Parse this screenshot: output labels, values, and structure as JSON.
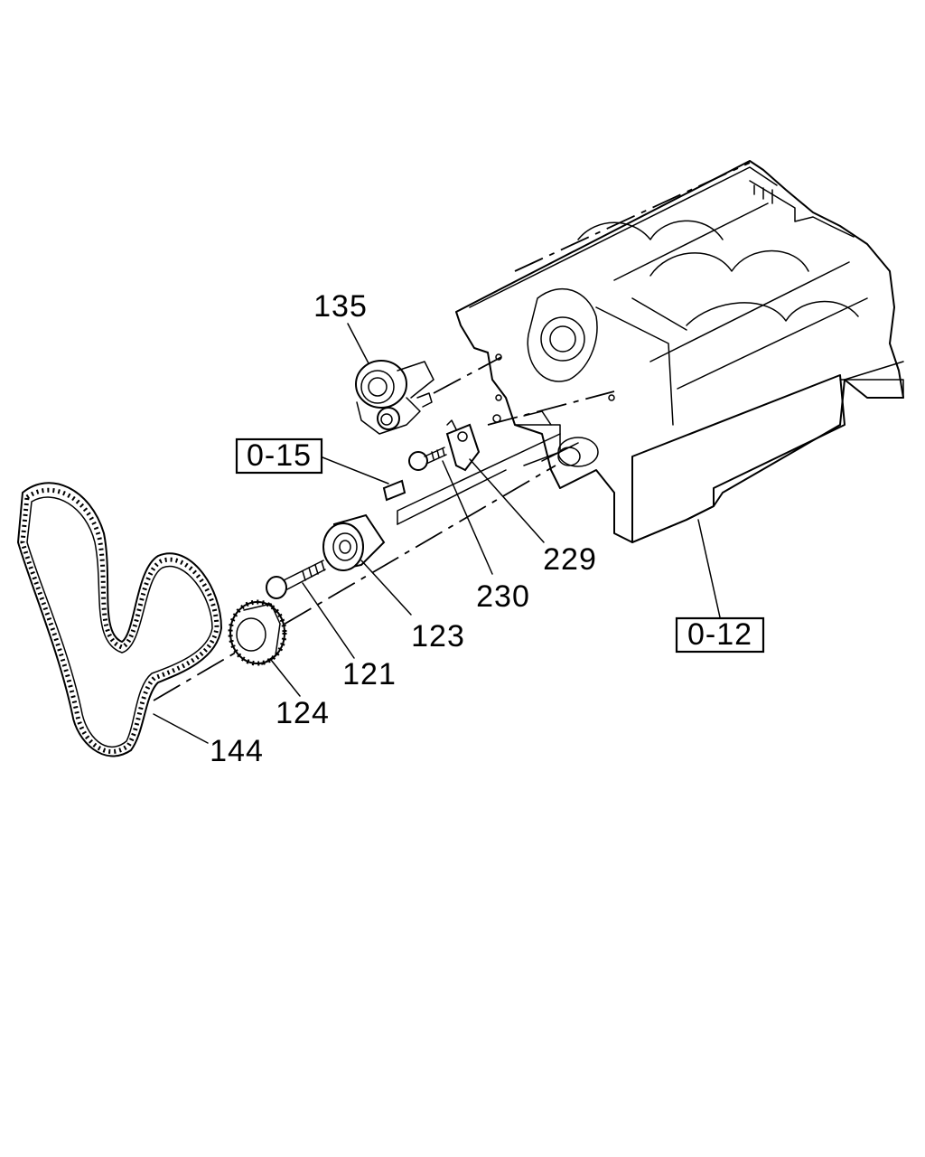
{
  "diagram": {
    "part_labels": {
      "p135": "135",
      "p229": "229",
      "p230": "230",
      "p123": "123",
      "p121": "121",
      "p124": "124",
      "p144": "144"
    },
    "references": {
      "r015": "0-15",
      "r012": "0-12"
    }
  }
}
